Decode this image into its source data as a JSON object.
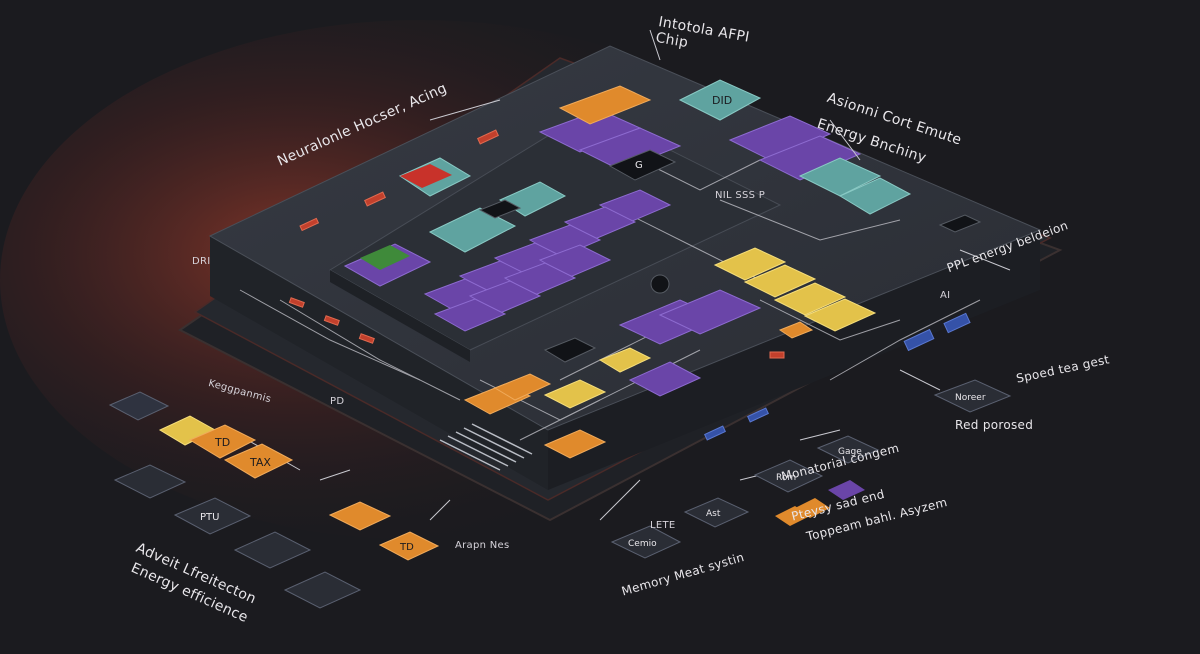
{
  "labels": {
    "title": "Intotola AFPI Chip",
    "neuro": "Neuralonle Hocser, Acing",
    "asional": "Asionni Cort Emute",
    "energy_eff_top": "Energy Bnchiny",
    "ppl_energy": "PPL energy beldeion",
    "speed": "Spoed tea gest",
    "red_porosed": "Red porosed",
    "monitorial": "Monatorial congem",
    "pteysy": "Pteysy sad end",
    "toppeam": "Toppeam bahl. Asyzem",
    "memory": "Memory Meat systin",
    "adveit": "Adveit Lfreitecton",
    "energy_eff_bottom": "Energy efficience",
    "arapn": "Arapn Nes",
    "nil": "NIL SSS P",
    "dri": "DRI",
    "keggpanmis": "Keggpanmis",
    "ai": "AI",
    "lete": "LETE",
    "pd": "PD"
  },
  "chips": {
    "teal_top": "DID",
    "cpu_box": "G",
    "orange_1": "TD",
    "orange_2": "TAX",
    "dark_1": "PTU",
    "orange_3": "TD",
    "callout_right": "Noreer",
    "callout_gage": "Gage",
    "callout_rom": "Rom",
    "callout_ast": "Ast",
    "callout_bottom": "Cemio"
  },
  "colors": {
    "background": "#1b1b1f",
    "board_top": "#30343c",
    "board_side": "#23262c",
    "purple": "#6a45a8",
    "orange": "#e08a2c",
    "yellow": "#e3c24a",
    "teal": "#5fa3a0",
    "glow": "#c2402c"
  }
}
